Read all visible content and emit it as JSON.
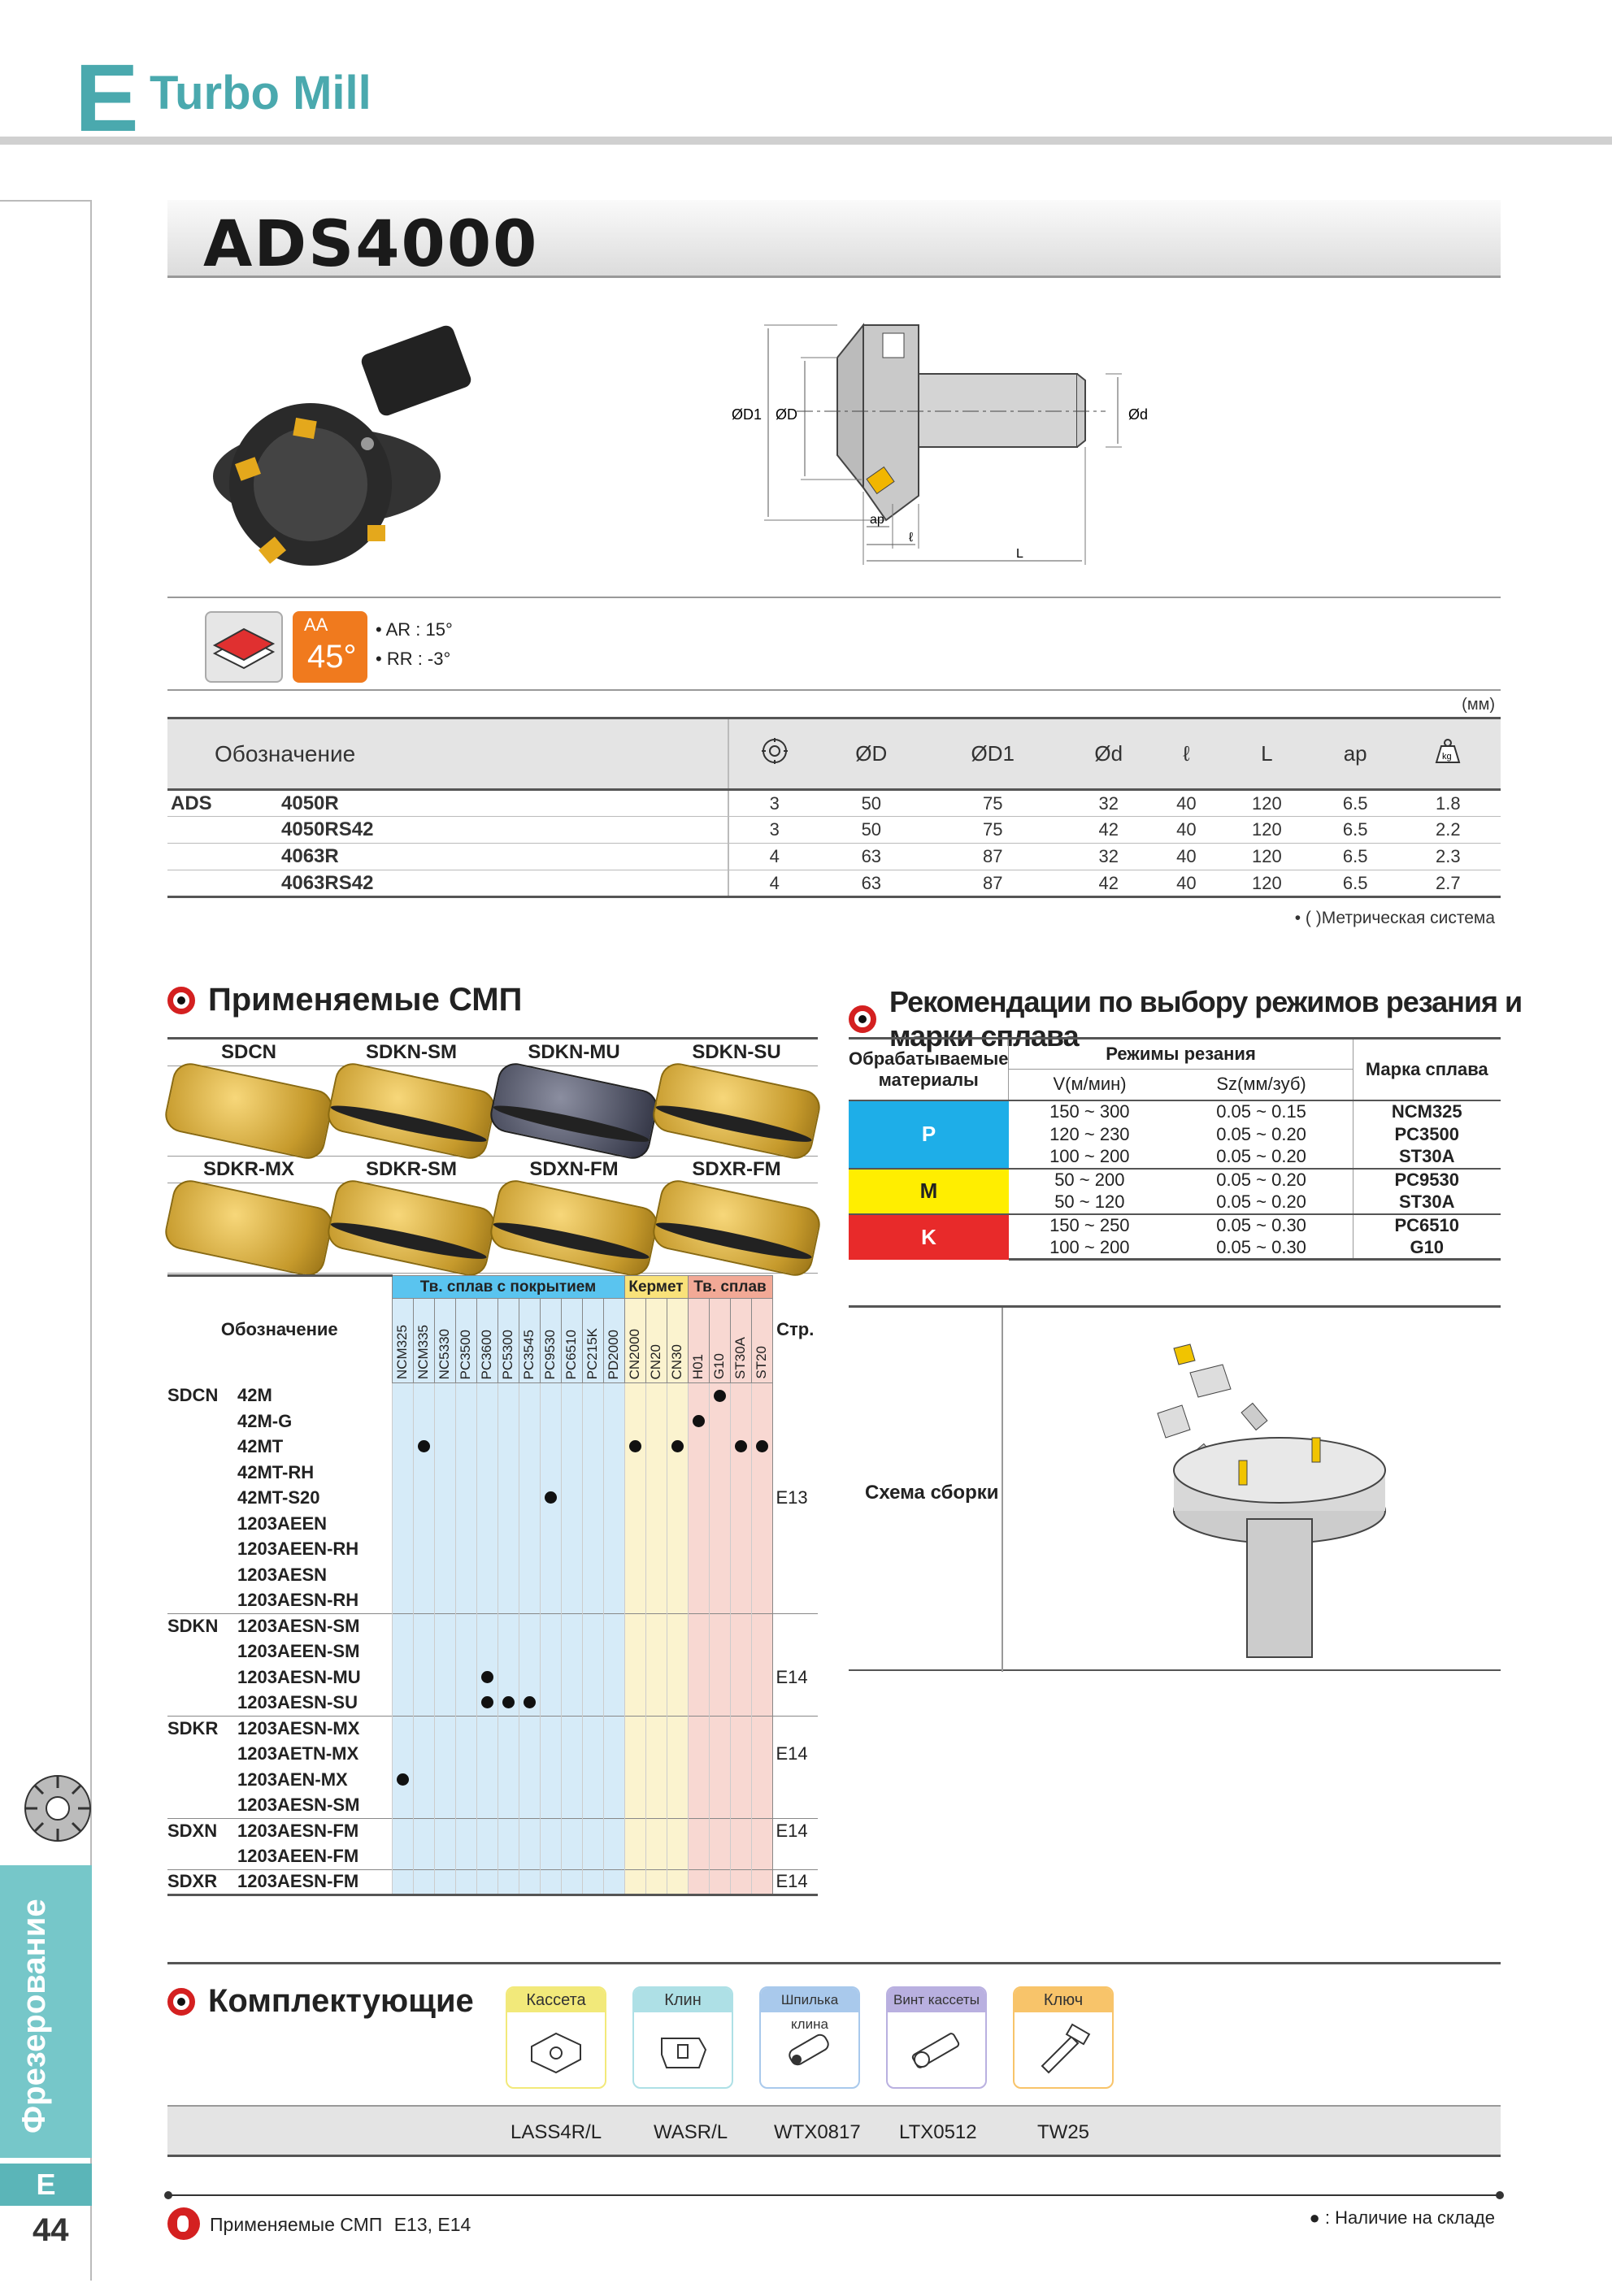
{
  "header": {
    "letter": "E",
    "title": "Turbo Mill"
  },
  "sidebar": {
    "section": "Фрезерование",
    "letter": "E",
    "page": "44"
  },
  "model": "ADS4000",
  "drawing_labels": {
    "d1": "ØD1",
    "d": "ØD",
    "shank": "Ød",
    "ap": "ap",
    "l": "ℓ",
    "L": "L"
  },
  "angles": {
    "badge_top": "AA",
    "badge_deg": "45°",
    "ar": "• AR : 15°",
    "rr": "• RR : -3°"
  },
  "spec_table": {
    "units": "(мм)",
    "headers": [
      "Обозначение",
      "⊚",
      "ØD",
      "ØD1",
      "Ød",
      "ℓ",
      "L",
      "ap",
      "kg"
    ],
    "group": "ADS",
    "rows": [
      {
        "code": "4050R",
        "vals": [
          "3",
          "50",
          "75",
          "32",
          "40",
          "120",
          "6.5",
          "1.8"
        ]
      },
      {
        "code": "4050RS42",
        "vals": [
          "3",
          "50",
          "75",
          "42",
          "40",
          "120",
          "6.5",
          "2.2"
        ]
      },
      {
        "code": "4063R",
        "vals": [
          "4",
          "63",
          "87",
          "32",
          "40",
          "120",
          "6.5",
          "2.3"
        ]
      },
      {
        "code": "4063RS42",
        "vals": [
          "4",
          "63",
          "87",
          "42",
          "40",
          "120",
          "6.5",
          "2.7"
        ]
      }
    ],
    "note": "• (   )Метрическая система"
  },
  "inserts_section": {
    "title": "Применяемые СМП",
    "row1": [
      "SDCN",
      "SDKN-SM",
      "SDKN-MU",
      "SDKN-SU"
    ],
    "row2": [
      "SDKR-MX",
      "SDKR-SM",
      "SDXN-FM",
      "SDXR-FM"
    ],
    "groups": {
      "coated": "Тв. сплав с покрытием",
      "cermet": "Кермет",
      "carbide": "Тв. сплав"
    },
    "desig_label": "Обозначение",
    "page_label": "Стр.",
    "grades": [
      "NCM325",
      "NCM335",
      "NC5330",
      "PC3500",
      "PC3600",
      "PC5300",
      "PC3545",
      "PC9530",
      "PC6510",
      "PC215K",
      "PD2000",
      "CN2000",
      "CN20",
      "CN30",
      "H01",
      "G10",
      "ST30A",
      "ST20"
    ],
    "rows": [
      {
        "prefix": "SDCN",
        "code": "42M",
        "marks": [
          15
        ],
        "page": ""
      },
      {
        "prefix": "",
        "code": "42M-G",
        "marks": [
          14
        ],
        "page": ""
      },
      {
        "prefix": "",
        "code": "42MT",
        "marks": [
          1,
          11,
          13,
          16,
          17
        ],
        "page": ""
      },
      {
        "prefix": "",
        "code": "42MT-RH",
        "marks": [],
        "page": ""
      },
      {
        "prefix": "",
        "code": "42MT-S20",
        "marks": [
          7
        ],
        "page": "E13"
      },
      {
        "prefix": "",
        "code": "1203AEEN",
        "marks": [],
        "page": ""
      },
      {
        "prefix": "",
        "code": "1203AEEN-RH",
        "marks": [],
        "page": ""
      },
      {
        "prefix": "",
        "code": "1203AESN",
        "marks": [],
        "page": ""
      },
      {
        "prefix": "",
        "code": "1203AESN-RH",
        "marks": [],
        "page": ""
      },
      {
        "prefix": "SDKN",
        "code": "1203AESN-SM",
        "marks": [],
        "page": ""
      },
      {
        "prefix": "",
        "code": "1203AEEN-SM",
        "marks": [],
        "page": ""
      },
      {
        "prefix": "",
        "code": "1203AESN-MU",
        "marks": [
          4
        ],
        "page": "E14"
      },
      {
        "prefix": "",
        "code": "1203AESN-SU",
        "marks": [
          4,
          5,
          6
        ],
        "page": ""
      },
      {
        "prefix": "SDKR",
        "code": "1203AESN-MX",
        "marks": [],
        "page": ""
      },
      {
        "prefix": "",
        "code": "1203AETN-MX",
        "marks": [],
        "page": "E14"
      },
      {
        "prefix": "",
        "code": "1203AEN-MX",
        "marks": [
          0
        ],
        "page": ""
      },
      {
        "prefix": "",
        "code": "1203AESN-SM",
        "marks": [],
        "page": ""
      },
      {
        "prefix": "SDXN",
        "code": "1203AESN-FM",
        "marks": [],
        "page": "E14"
      },
      {
        "prefix": "",
        "code": "1203AEEN-FM",
        "marks": [],
        "page": ""
      },
      {
        "prefix": "SDXR",
        "code": "1203AESN-FM",
        "marks": [],
        "page": "E14"
      }
    ]
  },
  "recommendations": {
    "title": "Рекомендации по выбору режимов резания и марки сплава",
    "col_material": "Обрабатываемые материалы",
    "col_modes": "Режимы резания",
    "col_v": "V(м/мин)",
    "col_sz": "Sz(мм/зуб)",
    "col_grade": "Марка сплава",
    "groups": [
      {
        "mat": "P",
        "color": "#1eaee8",
        "rows": [
          [
            "150 ~ 300",
            "0.05 ~ 0.15",
            "NCM325"
          ],
          [
            "120 ~ 230",
            "0.05 ~ 0.20",
            "PC3500"
          ],
          [
            "100 ~ 200",
            "0.05 ~ 0.20",
            "ST30A"
          ]
        ]
      },
      {
        "mat": "M",
        "color": "#ffee00",
        "rows": [
          [
            "50 ~ 200",
            "0.05 ~ 0.20",
            "PC9530"
          ],
          [
            "50 ~ 120",
            "0.05 ~ 0.20",
            "ST30A"
          ]
        ]
      },
      {
        "mat": "K",
        "color": "#e82a2a",
        "rows": [
          [
            "150 ~ 250",
            "0.05 ~ 0.30",
            "PC6510"
          ],
          [
            "100 ~ 200",
            "0.05 ~ 0.30",
            "G10"
          ]
        ]
      }
    ]
  },
  "assembly_label": "Схема сборки",
  "accessories": {
    "title": "Комплектующие",
    "items": [
      {
        "name": "Кассета",
        "code": "LASS4R/L",
        "color": "#f2e97a"
      },
      {
        "name": "Клин",
        "code": "WASR/L",
        "color": "#aee0e6"
      },
      {
        "name": "Шпилька клина",
        "code": "WTX0817",
        "color": "#a9c9ec"
      },
      {
        "name": "Винт кассеты",
        "code": "LTX0512",
        "color": "#b9b0e0"
      },
      {
        "name": "Ключ",
        "code": "TW25",
        "color": "#f8c46a"
      }
    ]
  },
  "footer": {
    "left": "Применяемые СМП",
    "left_pages": "E13, E14",
    "right": "● : Наличие на складе"
  }
}
